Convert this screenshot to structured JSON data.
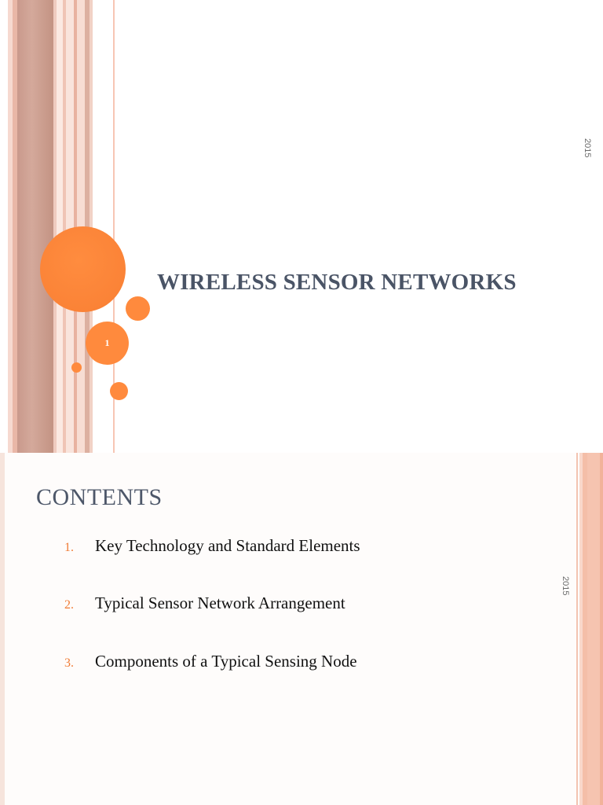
{
  "slide1": {
    "title": "WIRELESS SENSOR NETWORKS",
    "slide_number": "1",
    "year": "2015"
  },
  "slide2": {
    "heading": "CONTENTS",
    "year": "2015",
    "items": [
      {
        "number": "1.",
        "text": "Key Technology and Standard Elements"
      },
      {
        "number": "2.",
        "text": "Typical Sensor Network Arrangement"
      },
      {
        "number": "3.",
        "text": "Components of a Typical Sensing Node"
      }
    ]
  },
  "colors": {
    "accent": "#ff8a3d",
    "title_text": "#4a5466",
    "stripe_dark": "#c9998c",
    "stripe_light": "#f6c4b0"
  }
}
